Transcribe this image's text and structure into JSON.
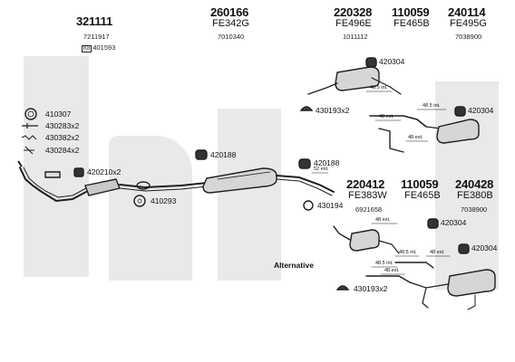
{
  "colors": {
    "watermark": "#e9e9e9",
    "parts": "#1f1f1f",
    "highlight": "#c9c9c9"
  },
  "headers": [
    {
      "number": "321111",
      "fe": "",
      "codes": [
        "7211917",
        "401593"
      ]
    },
    {
      "number": "260166",
      "fe": "FE342G",
      "codes": [
        "7010340"
      ]
    },
    {
      "number": "220328",
      "fe": "FE496E",
      "codes": [
        "1011112"
      ]
    },
    {
      "number": "110059",
      "fe": "FE465B",
      "codes": []
    },
    {
      "number": "240114",
      "fe": "FE495G",
      "codes": [
        "7038900"
      ]
    },
    {
      "number": "220412",
      "fe": "FE383W",
      "codes": [
        "6921658"
      ]
    },
    {
      "number": "110059",
      "fe": "FE465B",
      "codes": []
    },
    {
      "number": "240428",
      "fe": "FE380B",
      "codes": [
        "7038900"
      ]
    }
  ],
  "left_parts": [
    "410307",
    "430283x2",
    "430382x2",
    "430284x2"
  ],
  "labels": {
    "clamp_front": "420210x2",
    "gasket": "410293",
    "mount_mid": "420188",
    "mount_mid2": "420188",
    "clamp_mid": "430194",
    "top_mount1": "420304",
    "top_mount2": "420304",
    "top_clamp": "430193x2",
    "bot_mount1": "420304",
    "bot_mount2": "420304",
    "bot_clamp": "430193x2"
  },
  "alternative": "Alternative",
  "ext_labels": {
    "e1": "52 ext.",
    "e2": "48.5 int.",
    "e3": "48.5 int.",
    "e4": "48 ext.",
    "e5": "48 ext.",
    "e6": "48 ext.",
    "e7": "48.5 int.",
    "e8": "48.5 int.",
    "e9": "48 ext.",
    "e10": "48 ext."
  }
}
